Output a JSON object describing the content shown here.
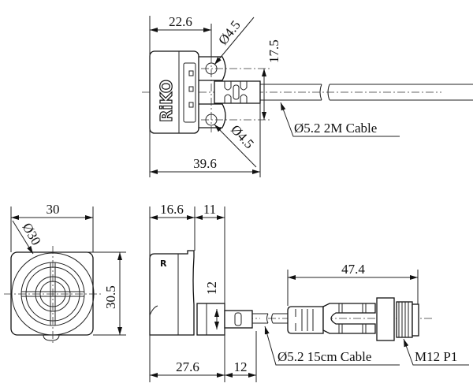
{
  "top_view": {
    "logo": "RiKO",
    "dim_width": "22.6",
    "dim_hole_upper": "Ø4.5",
    "dim_hole_lower": "Ø4.5",
    "dim_hole_spacing": "17.5",
    "dim_total_length": "39.6",
    "cable_label": "Ø5.2 2M Cable"
  },
  "front_view": {
    "dim_width": "30",
    "dim_diameter": "Ø30",
    "dim_height": "30.5"
  },
  "side_view": {
    "dim_body": "16.6",
    "dim_step": "11",
    "dim_gland_height": "12",
    "dim_length": "27.6",
    "dim_gland_length": "12",
    "cable_label": "Ø5.2 15cm Cable"
  },
  "connector": {
    "dim_length": "47.4",
    "label": "M12 P1"
  }
}
